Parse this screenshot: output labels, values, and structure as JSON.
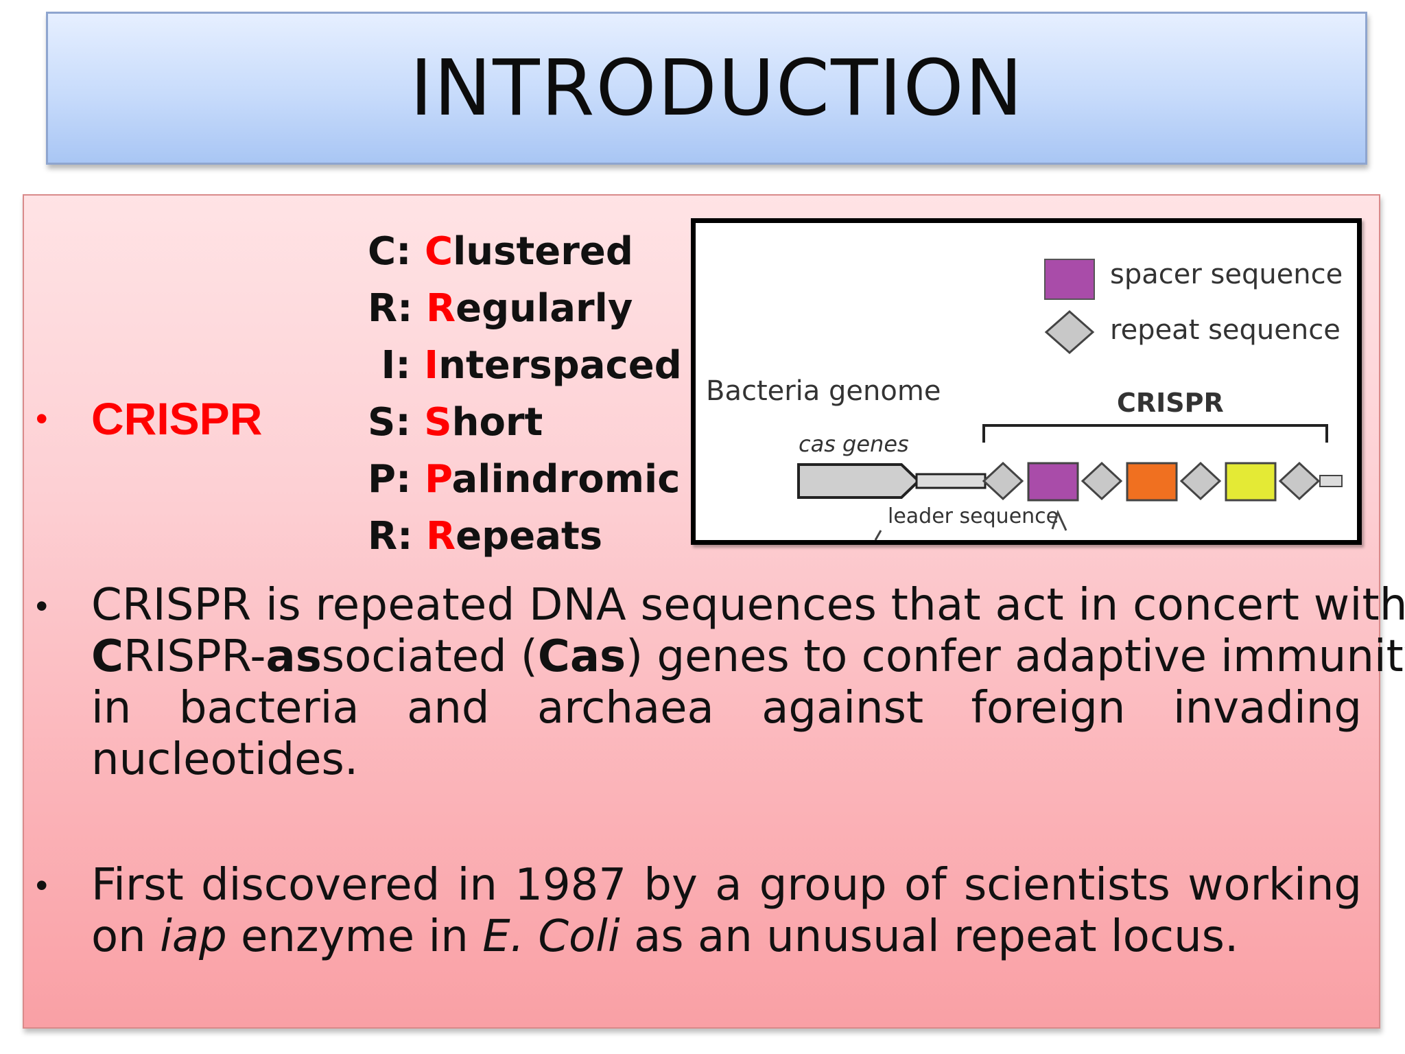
{
  "slide": {
    "title": "INTRODUCTION"
  },
  "crispr_label": "CRISPR",
  "acronym": [
    {
      "prefix": "C: ",
      "letter": "C",
      "rest": "lustered"
    },
    {
      "prefix": "R: ",
      "letter": "R",
      "rest": "egularly"
    },
    {
      "prefix": " I: ",
      "letter": "I",
      "rest": "nterspaced"
    },
    {
      "prefix": "S: ",
      "letter": "S",
      "rest": "hort"
    },
    {
      "prefix": "P: ",
      "letter": "P",
      "rest": "alindromic"
    },
    {
      "prefix": "R: ",
      "letter": "R",
      "rest": "epeats"
    }
  ],
  "figure": {
    "legend_spacer": "spacer sequence",
    "legend_repeat": "repeat sequence",
    "genome_label": "Bacteria genome",
    "crispr_label": "CRISPR",
    "cas_label": "cas genes",
    "leader_label": "leader sequence",
    "colors": {
      "spacer_purple": "#a94ca9",
      "spacer_orange": "#f07020",
      "spacer_yellow": "#e4ea35",
      "repeat_gray": "#c8c8c8",
      "cas_gray": "#cfcfcf"
    }
  },
  "bullet1": {
    "line1": "CRISPR is repeated DNA sequences that act in concert with",
    "line2_b1": "C",
    "line2_t1": "RISPR-",
    "line2_b2": "as",
    "line2_t2": "sociated (",
    "line2_b3": "Cas",
    "line2_t3": ") genes to confer adaptive immunity",
    "line3_words": [
      "in",
      "bacteria",
      "and",
      "archaea",
      "against",
      "foreign",
      "invading"
    ],
    "line4": "nucleotides."
  },
  "bullet2": {
    "line1_words": [
      "First",
      "discovered",
      "in",
      "1987",
      "by",
      "a",
      "group",
      "of",
      "scientists",
      "working"
    ],
    "line2_t1": "on ",
    "line2_i1": "iap",
    "line2_t2": " enzyme in ",
    "line2_i2": "E. Coli",
    "line2_t3": " as an unusual repeat locus."
  },
  "bullet_symbol": "•"
}
